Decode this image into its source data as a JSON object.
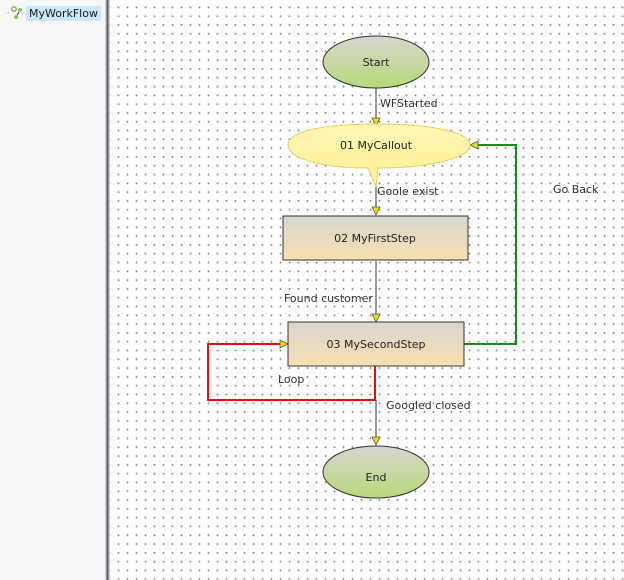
{
  "tree": {
    "root_label": "MyWorkFlow",
    "root_icon": "workflow-icon"
  },
  "nodes": {
    "start": "Start",
    "callout": "01 MyCallout",
    "first_step": "02 MyFirstStep",
    "second_step": "03 MySecondStep",
    "end": "End"
  },
  "transitions": {
    "wf_started": "WFStarted",
    "goole_exist": "Goole exist",
    "found_customer": "Found customer",
    "loop": "Loop",
    "googled_closed": "Googled closed",
    "go_back": "Go Back"
  },
  "colors": {
    "loop_connector": "#e01010",
    "go_back_connector": "#1a8c1a",
    "default_connector": "#555555",
    "selection": "#cce8ff"
  }
}
